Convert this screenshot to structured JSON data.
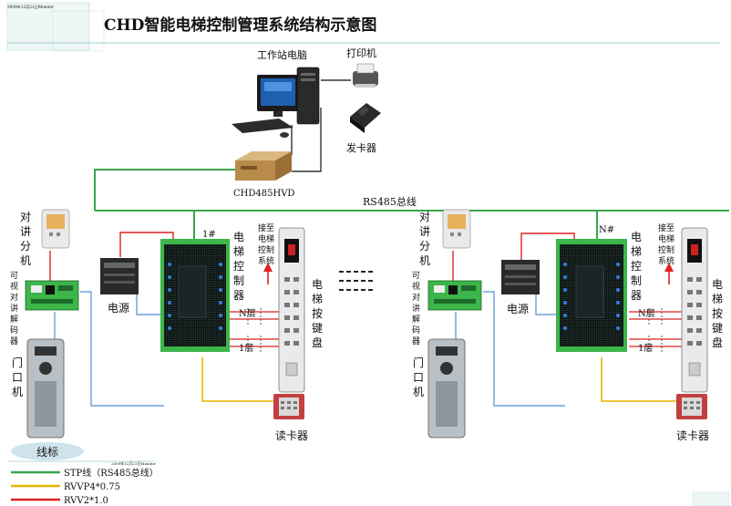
{
  "header": {
    "stamp": "2009年12月21日Monitor",
    "title": "CHD智能电梯控制管理系统结构示意图"
  },
  "devices": {
    "workstation": "工作站电脑",
    "printer": "打印机",
    "card_issuer": "发卡器",
    "converter": "CHD485HVD",
    "bus_label": "RS485总线"
  },
  "left_site": {
    "intercom": "对讲分机",
    "decoder": "可视对讲解码器",
    "door_station": "门口机",
    "power": "电源",
    "controller": "电梯控制器",
    "controller_id": "1#",
    "relay_note": "接至电梯控制系统",
    "floor_n": "N层",
    "floor_1": "1层",
    "panel": "电梯按键盘",
    "reader": "读卡器"
  },
  "right_site": {
    "intercom": "对讲分机",
    "decoder": "可视对讲解码器",
    "door_station": "门口机",
    "power": "电源",
    "controller": "电梯控制器",
    "controller_id": "N#",
    "relay_note": "接至电梯控制系统",
    "floor_n": "N层",
    "floor_1": "1层",
    "panel": "电梯按键盘",
    "reader": "读卡器"
  },
  "legend": {
    "title": "线标",
    "stamp": "2009年12月21日Monitor",
    "items": [
      {
        "label": "STP线（RS485总线）",
        "color": "#3aa54a"
      },
      {
        "label": "RVVP4*0.75",
        "color": "#e8b400"
      },
      {
        "label": "RVV2*1.0",
        "color": "#d22"
      }
    ]
  },
  "colors": {
    "stp": "#3aa54a",
    "rvvp": "#e8b400",
    "rvv": "#d22",
    "signal": "#6aa0d8",
    "board": "#1f2a2a",
    "board_led": "#2f7fe0",
    "terminal": "#3cb54a"
  }
}
